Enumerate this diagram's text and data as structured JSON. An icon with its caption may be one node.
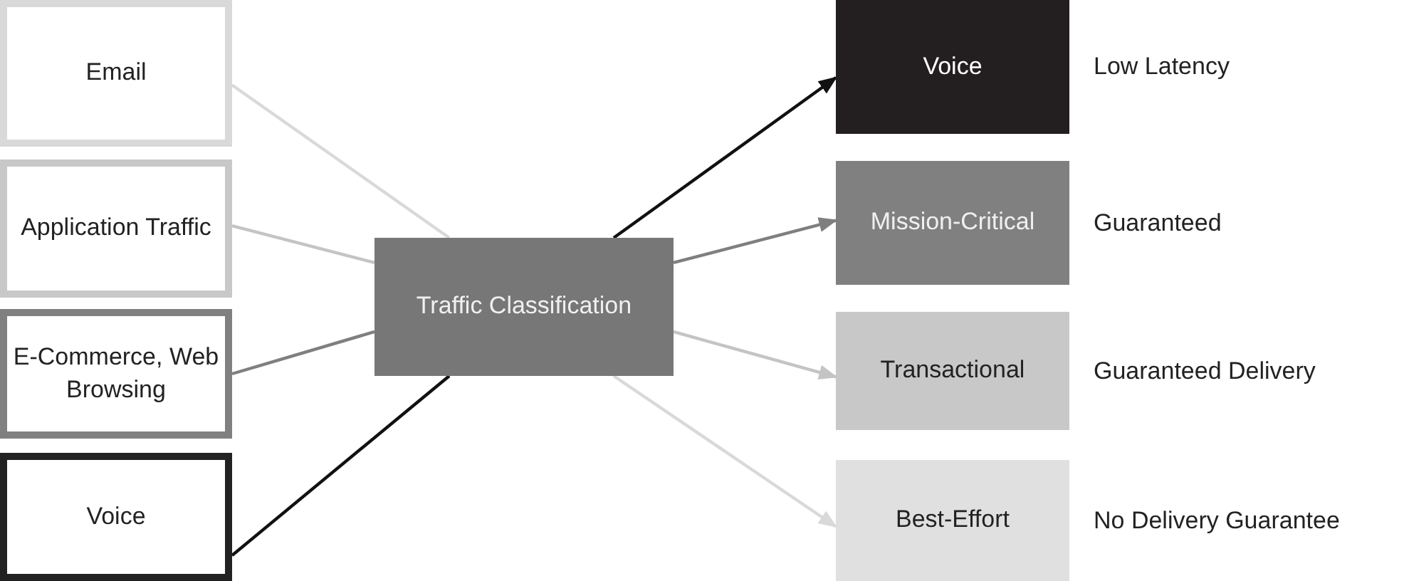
{
  "diagram": {
    "nodes": [
      {
        "text": [
          "Email"
        ]
      },
      {
        "text": [
          "Application Traffic"
        ]
      },
      {
        "text": [
          "E-Commerce, Web Browsing"
        ]
      },
      {
        "text": [
          "Voice"
        ]
      },
      {
        "text": [
          "Traffic Classification"
        ]
      },
      {
        "text": [
          "Voice"
        ],
        "beside": [
          "Low Latency"
        ]
      },
      {
        "text": [
          "Mission-Critical"
        ],
        "beside": [
          "Guaranteed"
        ]
      },
      {
        "text": [
          "Transactional"
        ],
        "beside": [
          "Guaranteed Delivery"
        ]
      },
      {
        "text": [
          "Best-Effort"
        ],
        "beside": [
          "No Delivery Guarantee"
        ]
      }
    ],
    "edges": [
      {
        "from": 0,
        "to": 4,
        "arrow": "none",
        "color": "#d9d9d9"
      },
      {
        "from": 1,
        "to": 4,
        "arrow": "none",
        "color": "#c4c4c4"
      },
      {
        "from": 2,
        "to": 4,
        "arrow": "none",
        "color": "#7f7f7f"
      },
      {
        "from": 3,
        "to": 4,
        "arrow": "none",
        "color": "#111111"
      },
      {
        "from": 4,
        "to": 5,
        "arrow": "to",
        "color": "#111111"
      },
      {
        "from": 4,
        "to": 6,
        "arrow": "to",
        "color": "#7f7f7f"
      },
      {
        "from": 4,
        "to": 7,
        "arrow": "to",
        "color": "#c4c4c4"
      },
      {
        "from": 4,
        "to": 8,
        "arrow": "to",
        "color": "#d9d9d9"
      }
    ]
  }
}
